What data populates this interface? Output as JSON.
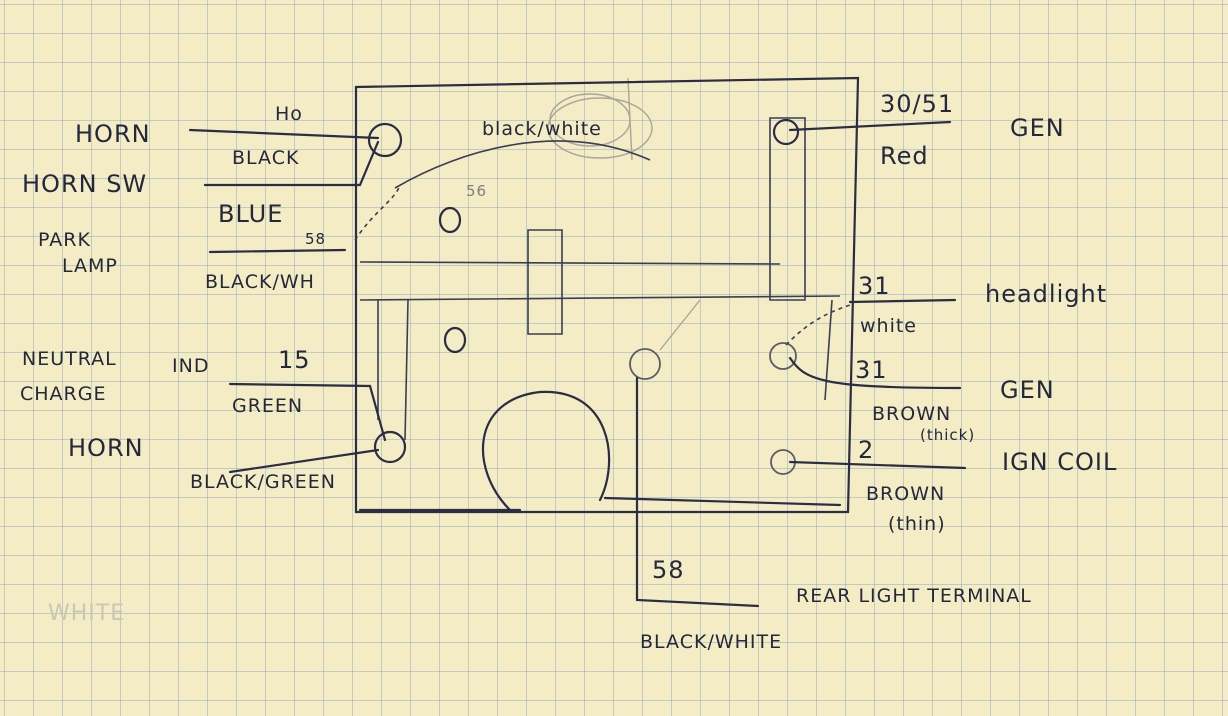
{
  "labels": {
    "horn_top": "HORN",
    "horn_sw": "HORN SW",
    "park_lamp_1": "PARK",
    "park_lamp_2": "LAMP",
    "neutral": "NEUTRAL",
    "charge": "CHARGE",
    "ind": "IND",
    "horn_bottom": "HORN",
    "term_ho": "Ho",
    "wire_black": "BLACK",
    "wire_blue": "BLUE",
    "term_58_left": "58",
    "wire_black_wh": "BLACK/WH",
    "term_15": "15",
    "wire_green": "GREEN",
    "wire_black_green": "BLACK/GREEN",
    "wire_black_white_top": "black/white",
    "term_56": "56",
    "term_30_51": "30/51",
    "wire_red": "Red",
    "gen_top": "GEN",
    "term_31_top": "31",
    "wire_white": "white",
    "headlight": "headlight",
    "term_31_mid": "31",
    "wire_brown_thick": "BROWN",
    "thick": "(thick)",
    "gen_mid": "GEN",
    "term_2": "2",
    "wire_brown_thin": "BROWN",
    "thin": "(thin)",
    "ign_coil": "IGN COIL",
    "term_58_bottom": "58",
    "rear_light": "REAR LIGHT TERMINAL",
    "wire_black_white_bottom": "BLACK/WHITE",
    "ghost_white": "WHITE"
  }
}
